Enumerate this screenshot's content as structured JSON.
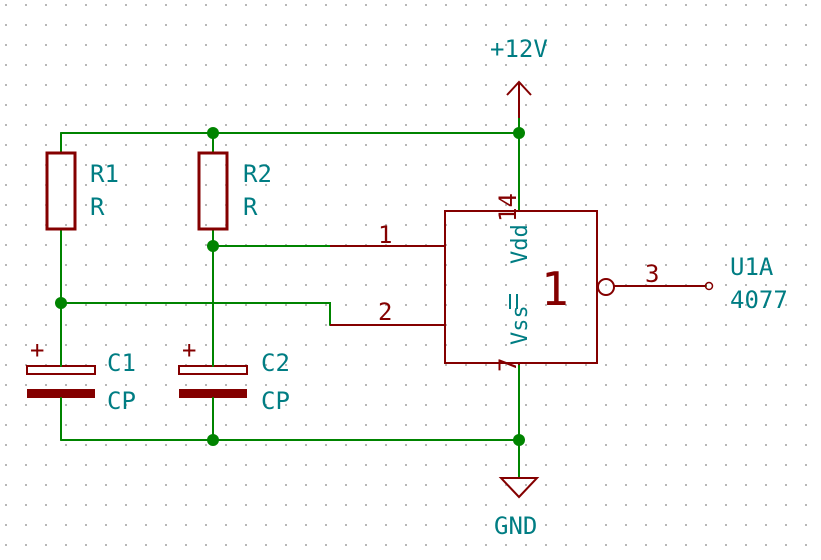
{
  "power": {
    "vcc_label": "+12V",
    "gnd_label": "GND"
  },
  "components": {
    "r1": {
      "ref": "R1",
      "value": "R"
    },
    "r2": {
      "ref": "R2",
      "value": "R"
    },
    "c1": {
      "ref": "C1",
      "value": "CP",
      "polarity": "+"
    },
    "c2": {
      "ref": "C2",
      "value": "CP",
      "polarity": "+"
    },
    "u1": {
      "ref": "U1A",
      "value": "4077",
      "unit_number": "1",
      "pins": {
        "in1": "1",
        "in2": "2",
        "out": "3",
        "vdd": "14",
        "vss": "7"
      },
      "pin_names": {
        "vdd": "Vdd",
        "vss": "Vss"
      }
    }
  },
  "colors": {
    "wire": "#008400",
    "symbol": "#840000",
    "label": "#007d83",
    "grid": "#a0a0a0",
    "background": "#ffffff"
  }
}
